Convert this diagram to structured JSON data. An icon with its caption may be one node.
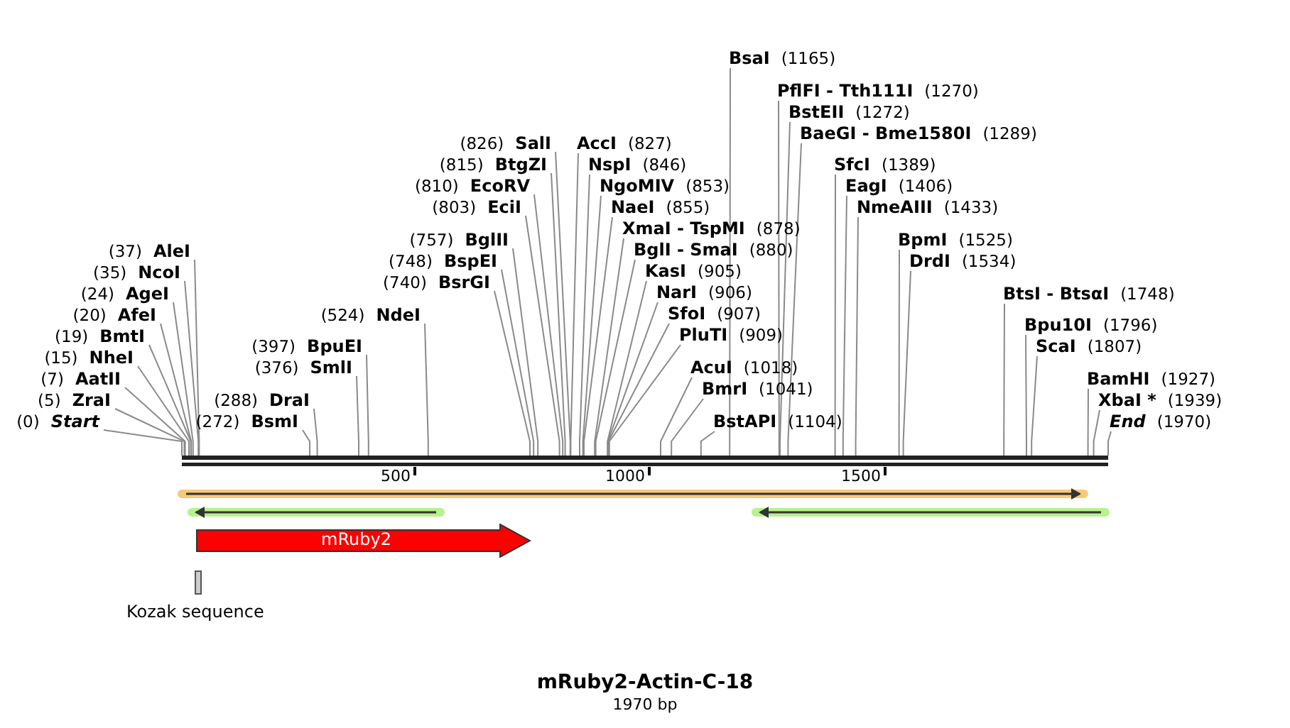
{
  "diagram": {
    "title": "mRuby2-Actin-C-18",
    "caption": "1970 bp",
    "nodes": [
      {
        "text": [],
        "shape": "bar"
      },
      {
        "text": [
          "(37)",
          "AleI"
        ]
      },
      {
        "text": [
          "(35)",
          "NcoI"
        ]
      },
      {
        "text": [
          "(24)",
          "AgeI"
        ]
      },
      {
        "text": [
          "(20)",
          "AfeI"
        ]
      },
      {
        "text": [
          "(19)",
          "BmtI"
        ]
      },
      {
        "text": [
          "(15)",
          "NheI"
        ]
      },
      {
        "text": [
          "(7)",
          "AatII"
        ]
      },
      {
        "text": [
          "(5)",
          "ZraI"
        ]
      },
      {
        "text": [
          "(0)",
          "Start"
        ]
      },
      {
        "text": [
          "(288)",
          "DraI"
        ]
      },
      {
        "text": [
          "(272)",
          "BsmI"
        ]
      },
      {
        "text": [
          "(397)",
          "BpuEI"
        ]
      },
      {
        "text": [
          "(376)",
          "SmlI"
        ]
      },
      {
        "text": [
          "(524)",
          "NdeI"
        ]
      },
      {
        "text": [
          "(757)",
          "BglII"
        ]
      },
      {
        "text": [
          "(748)",
          "BspEI"
        ]
      },
      {
        "text": [
          "(740)",
          "BsrGI"
        ]
      },
      {
        "text": [
          "(826)",
          "SalI"
        ]
      },
      {
        "text": [
          "(815)",
          "BtgZI"
        ]
      },
      {
        "text": [
          "(810)",
          "EcoRV"
        ]
      },
      {
        "text": [
          "(803)",
          "EciI"
        ]
      },
      {
        "text": [
          "AccI",
          "(827)"
        ]
      },
      {
        "text": [
          "NspI",
          "(846)"
        ]
      },
      {
        "text": [
          "NgoMIV",
          "(853)"
        ]
      },
      {
        "text": [
          "NaeI",
          "(855)"
        ]
      },
      {
        "text": [
          "XmaI - TspMI",
          "(878)"
        ]
      },
      {
        "text": [
          "BglI - SmaI",
          "(880)"
        ]
      },
      {
        "text": [
          "KasI",
          "(905)"
        ]
      },
      {
        "text": [
          "NarI",
          "(906)"
        ]
      },
      {
        "text": [
          "SfoI",
          "(907)"
        ]
      },
      {
        "text": [
          "PluTI",
          "(909)"
        ]
      },
      {
        "text": [
          "AcuI",
          "(1018)"
        ]
      },
      {
        "text": [
          "BmrI",
          "(1041)"
        ]
      },
      {
        "text": [
          "BstAPI",
          "(1104)"
        ]
      },
      {
        "text": [
          "BsaI",
          "(1165)"
        ]
      },
      {
        "text": [
          "PflFI - Tth111I",
          "(1270)"
        ]
      },
      {
        "text": [
          "BstEII",
          "(1272)"
        ]
      },
      {
        "text": [
          "BaeGI - Bme1580I",
          "(1289)"
        ]
      },
      {
        "text": [
          "SfcI",
          "(1389)"
        ]
      },
      {
        "text": [
          "EagI",
          "(1406)"
        ]
      },
      {
        "text": [
          "NmeAIII",
          "(1433)"
        ]
      },
      {
        "text": [
          "BpmI",
          "(1525)"
        ]
      },
      {
        "text": [
          "DrdI",
          "(1534)"
        ]
      },
      {
        "text": [
          "BtsI - BtsαI",
          "(1748)"
        ]
      },
      {
        "text": [
          "Bpu10I",
          "(1796)"
        ]
      },
      {
        "text": [
          "ScaI",
          "(1807)"
        ]
      },
      {
        "text": [
          "BamHI",
          "(1927)"
        ]
      },
      {
        "text": [
          "XbaI *",
          "(1939)"
        ]
      },
      {
        "text": [
          "End",
          "(1970)"
        ]
      },
      {
        "text": [],
        "shape": "arrow"
      },
      {
        "text": [],
        "shape": "arrow"
      },
      {
        "text": [],
        "shape": "arrow"
      },
      {
        "text": [
          "mRuby2"
        ]
      },
      {
        "text": [
          "Kozak sequence"
        ]
      }
    ],
    "edges": [
      {
        "from": 1,
        "to": 0,
        "arrow": "none"
      },
      {
        "from": 2,
        "to": 0,
        "arrow": "none"
      },
      {
        "from": 3,
        "to": 0,
        "arrow": "none"
      },
      {
        "from": 4,
        "to": 0,
        "arrow": "none"
      },
      {
        "from": 5,
        "to": 0,
        "arrow": "none"
      },
      {
        "from": 6,
        "to": 0,
        "arrow": "none"
      },
      {
        "from": 7,
        "to": 0,
        "arrow": "none"
      },
      {
        "from": 8,
        "to": 0,
        "arrow": "none"
      },
      {
        "from": 9,
        "to": 0,
        "arrow": "none"
      },
      {
        "from": 10,
        "to": 0,
        "arrow": "none"
      },
      {
        "from": 11,
        "to": 0,
        "arrow": "none"
      },
      {
        "from": 12,
        "to": 0,
        "arrow": "none"
      },
      {
        "from": 13,
        "to": 0,
        "arrow": "none"
      },
      {
        "from": 14,
        "to": 0,
        "arrow": "none"
      },
      {
        "from": 15,
        "to": 0,
        "arrow": "none"
      },
      {
        "from": 16,
        "to": 0,
        "arrow": "none"
      },
      {
        "from": 17,
        "to": 0,
        "arrow": "none"
      },
      {
        "from": 18,
        "to": 0,
        "arrow": "none"
      },
      {
        "from": 19,
        "to": 0,
        "arrow": "none"
      },
      {
        "from": 20,
        "to": 0,
        "arrow": "none"
      },
      {
        "from": 21,
        "to": 0,
        "arrow": "none"
      },
      {
        "from": 22,
        "to": 0,
        "arrow": "none"
      },
      {
        "from": 23,
        "to": 0,
        "arrow": "none"
      },
      {
        "from": 24,
        "to": 0,
        "arrow": "none"
      },
      {
        "from": 25,
        "to": 0,
        "arrow": "none"
      },
      {
        "from": 26,
        "to": 0,
        "arrow": "none"
      },
      {
        "from": 27,
        "to": 0,
        "arrow": "none"
      },
      {
        "from": 28,
        "to": 0,
        "arrow": "none"
      },
      {
        "from": 29,
        "to": 0,
        "arrow": "none"
      },
      {
        "from": 30,
        "to": 0,
        "arrow": "none"
      },
      {
        "from": 31,
        "to": 0,
        "arrow": "none"
      },
      {
        "from": 32,
        "to": 0,
        "arrow": "none"
      },
      {
        "from": 33,
        "to": 0,
        "arrow": "none"
      },
      {
        "from": 34,
        "to": 0,
        "arrow": "none"
      },
      {
        "from": 35,
        "to": 0,
        "arrow": "none"
      },
      {
        "from": 36,
        "to": 0,
        "arrow": "none"
      },
      {
        "from": 37,
        "to": 0,
        "arrow": "none"
      },
      {
        "from": 38,
        "to": 0,
        "arrow": "none"
      },
      {
        "from": 39,
        "to": 0,
        "arrow": "none"
      },
      {
        "from": 40,
        "to": 0,
        "arrow": "none"
      },
      {
        "from": 41,
        "to": 0,
        "arrow": "none"
      },
      {
        "from": 42,
        "to": 0,
        "arrow": "none"
      },
      {
        "from": 43,
        "to": 0,
        "arrow": "none"
      },
      {
        "from": 44,
        "to": 0,
        "arrow": "none"
      },
      {
        "from": 45,
        "to": 0,
        "arrow": "none"
      },
      {
        "from": 46,
        "to": 0,
        "arrow": "none"
      },
      {
        "from": 47,
        "to": 0,
        "arrow": "none"
      },
      {
        "from": 48,
        "to": 0,
        "arrow": "none"
      },
      {
        "from": 49,
        "to": 0,
        "arrow": "none"
      }
    ],
    "labels": [
      "500",
      "1000",
      "1500"
    ]
  }
}
